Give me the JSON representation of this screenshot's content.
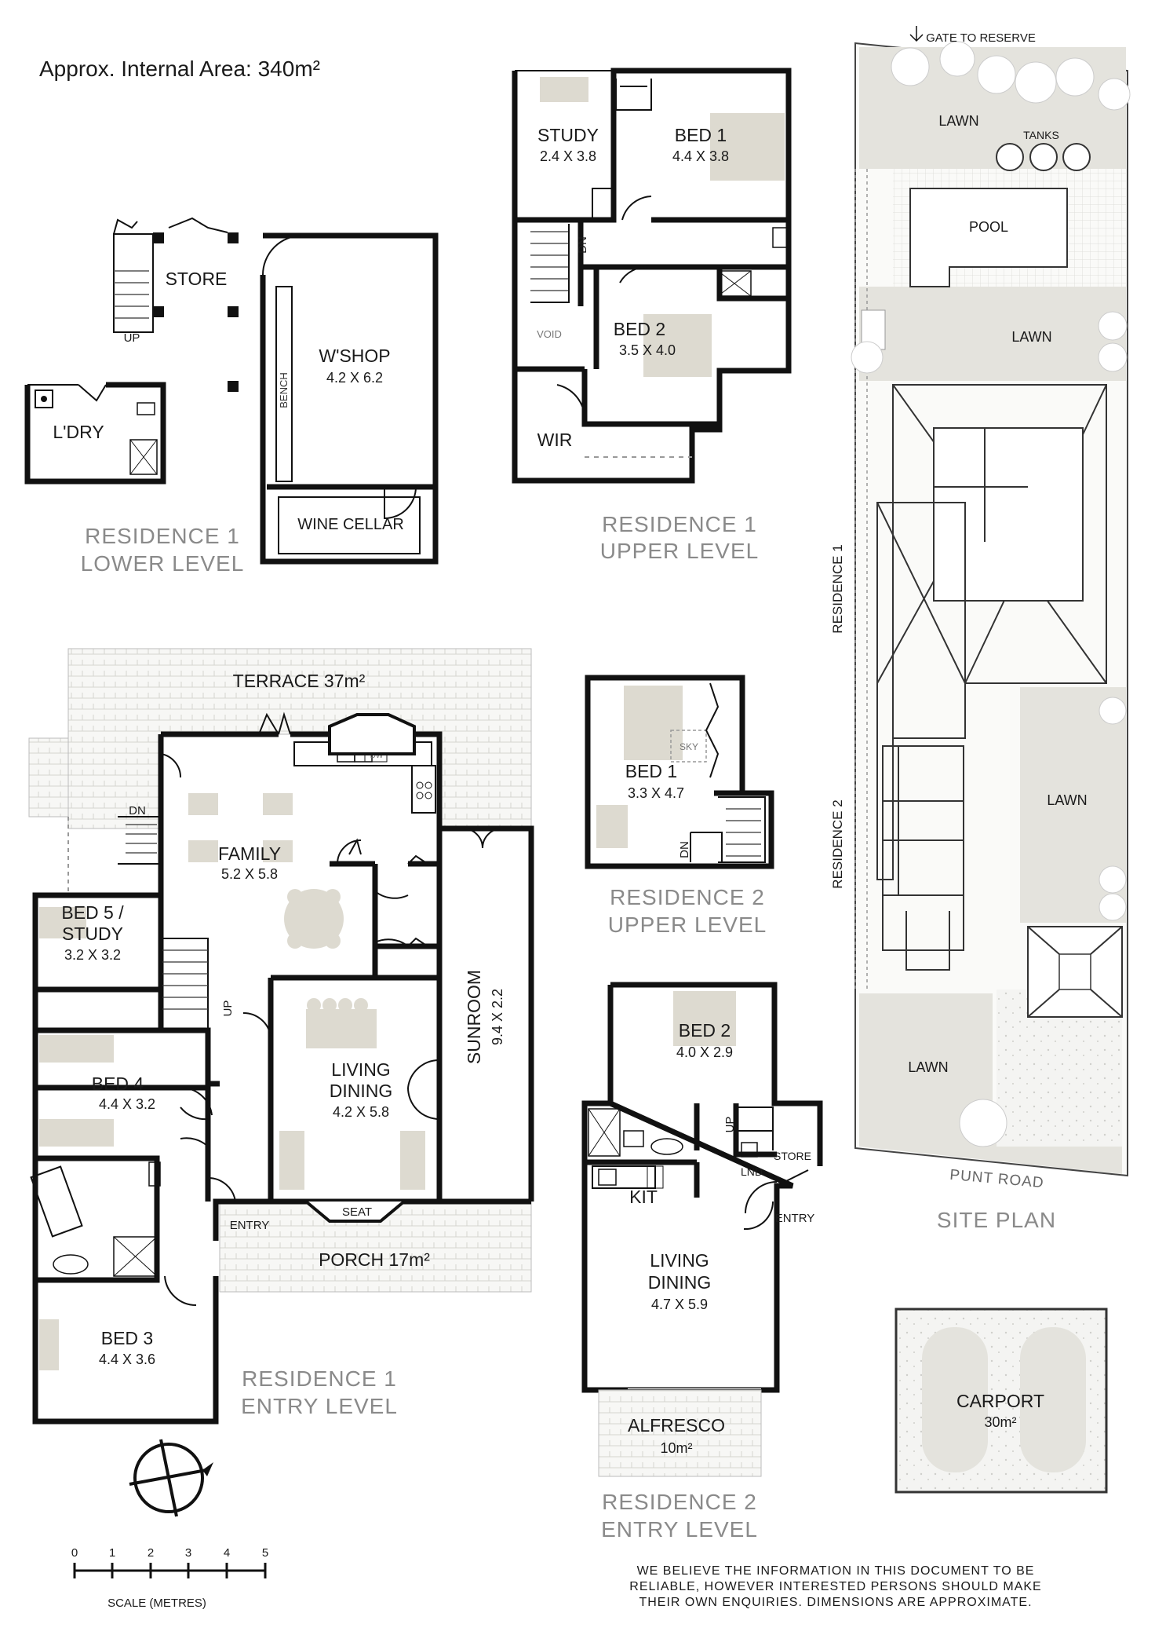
{
  "header": {
    "area": "Approx. Internal Area: 340m²"
  },
  "r1_lower": {
    "store": "STORE",
    "up": "UP",
    "wshop": "W'SHOP",
    "wshop_dim": "4.2 X 6.2",
    "bench": "BENCH",
    "ldry": "L'DRY",
    "wine": "WINE CELLAR",
    "cap1": "RESIDENCE 1",
    "cap2": "LOWER LEVEL"
  },
  "r1_upper": {
    "study": "STUDY",
    "study_dim": "2.4 X 3.8",
    "bed1": "BED 1",
    "bed1_dim": "4.4 X 3.8",
    "dn": "DN",
    "void": "VOID",
    "bed2": "BED 2",
    "bed2_dim": "3.5 X 4.0",
    "wir": "WIR",
    "cap1": "RESIDENCE 1",
    "cap2": "UPPER LEVEL"
  },
  "r1_entry": {
    "terrace": "TERRACE 37m²",
    "dw": "DW",
    "dn": "DN",
    "family": "FAMILY",
    "family_dim": "5.2 X 5.8",
    "bed5a": "BED 5 /",
    "bed5b": "STUDY",
    "bed5_dim": "3.2 X 3.2",
    "up": "UP",
    "bed4": "BED 4",
    "bed4_dim": "4.4 X 3.2",
    "living": "LIVING",
    "dining": "DINING",
    "ld_dim": "4.2 X 5.8",
    "sunroom": "SUNROOM",
    "sun_dim": "9.4 X 2.2",
    "seat": "SEAT",
    "entry": "ENTRY",
    "porch": "PORCH 17m²",
    "bed3": "BED 3",
    "bed3_dim": "4.4 X 3.6",
    "cap1": "RESIDENCE 1",
    "cap2": "ENTRY LEVEL"
  },
  "r2_upper": {
    "bed1": "BED 1",
    "bed1_dim": "3.3 X 4.7",
    "sky": "SKY",
    "dn": "DN",
    "cap1": "RESIDENCE 2",
    "cap2": "UPPER LEVEL"
  },
  "r2_entry": {
    "bed2": "BED 2",
    "bed2_dim": "4.0 X 2.9",
    "up": "UP",
    "lnd": "LND",
    "store": "STORE",
    "kit": "KIT",
    "entry": "ENTRY",
    "living": "LIVING",
    "dining": "DINING",
    "ld_dim": "4.7 X 5.9",
    "alfresco": "ALFRESCO",
    "alf_area": "10m²",
    "cap1": "RESIDENCE 2",
    "cap2": "ENTRY LEVEL"
  },
  "site": {
    "gate": "GATE TO RESERVE",
    "lawn": "LAWN",
    "tanks": "TANKS",
    "pool": "POOL",
    "res1": "RESIDENCE 1",
    "res2": "RESIDENCE 2",
    "punt": "PUNT ROAD",
    "title": "SITE PLAN"
  },
  "carport": {
    "label": "CARPORT",
    "area": "30m²"
  },
  "scale": {
    "ticks": [
      "0",
      "1",
      "2",
      "3",
      "4",
      "5"
    ],
    "label": "SCALE (METRES)"
  },
  "disclaimer": [
    "WE BELIEVE THE INFORMATION IN THIS DOCUMENT TO BE",
    "RELIABLE, HOWEVER INTERESTED PERSONS SHOULD MAKE",
    "THEIR OWN ENQUIRIES. DIMENSIONS ARE APPROXIMATE."
  ]
}
